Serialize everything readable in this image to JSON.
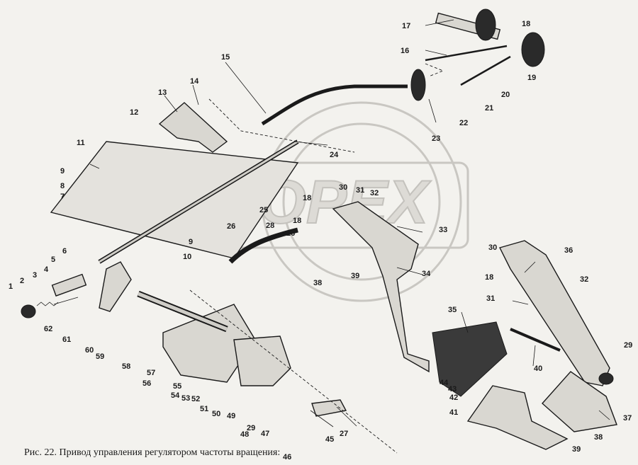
{
  "caption": "Рис. 22. Привод управления регулятором частоты вращения:",
  "watermark": {
    "text": "OPEX"
  },
  "callouts": [
    "1",
    "2",
    "3",
    "4",
    "5",
    "6",
    "7",
    "8",
    "9",
    "10",
    "11",
    "12",
    "13",
    "14",
    "15",
    "16",
    "17",
    "18",
    "19",
    "20",
    "21",
    "22",
    "23",
    "24",
    "25",
    "26",
    "27",
    "28",
    "29",
    "30",
    "31",
    "32",
    "33",
    "34",
    "35",
    "36",
    "37",
    "38",
    "39",
    "40",
    "41",
    "42",
    "43",
    "44",
    "45",
    "46",
    "47",
    "48",
    "49",
    "50",
    "51",
    "52",
    "53",
    "54",
    "55",
    "56",
    "57",
    "58",
    "59",
    "60",
    "61",
    "62"
  ],
  "callouts_extra": [
    "18",
    "18",
    "18",
    "26",
    "29",
    "30",
    "31",
    "32",
    "9",
    "10",
    "39"
  ]
}
